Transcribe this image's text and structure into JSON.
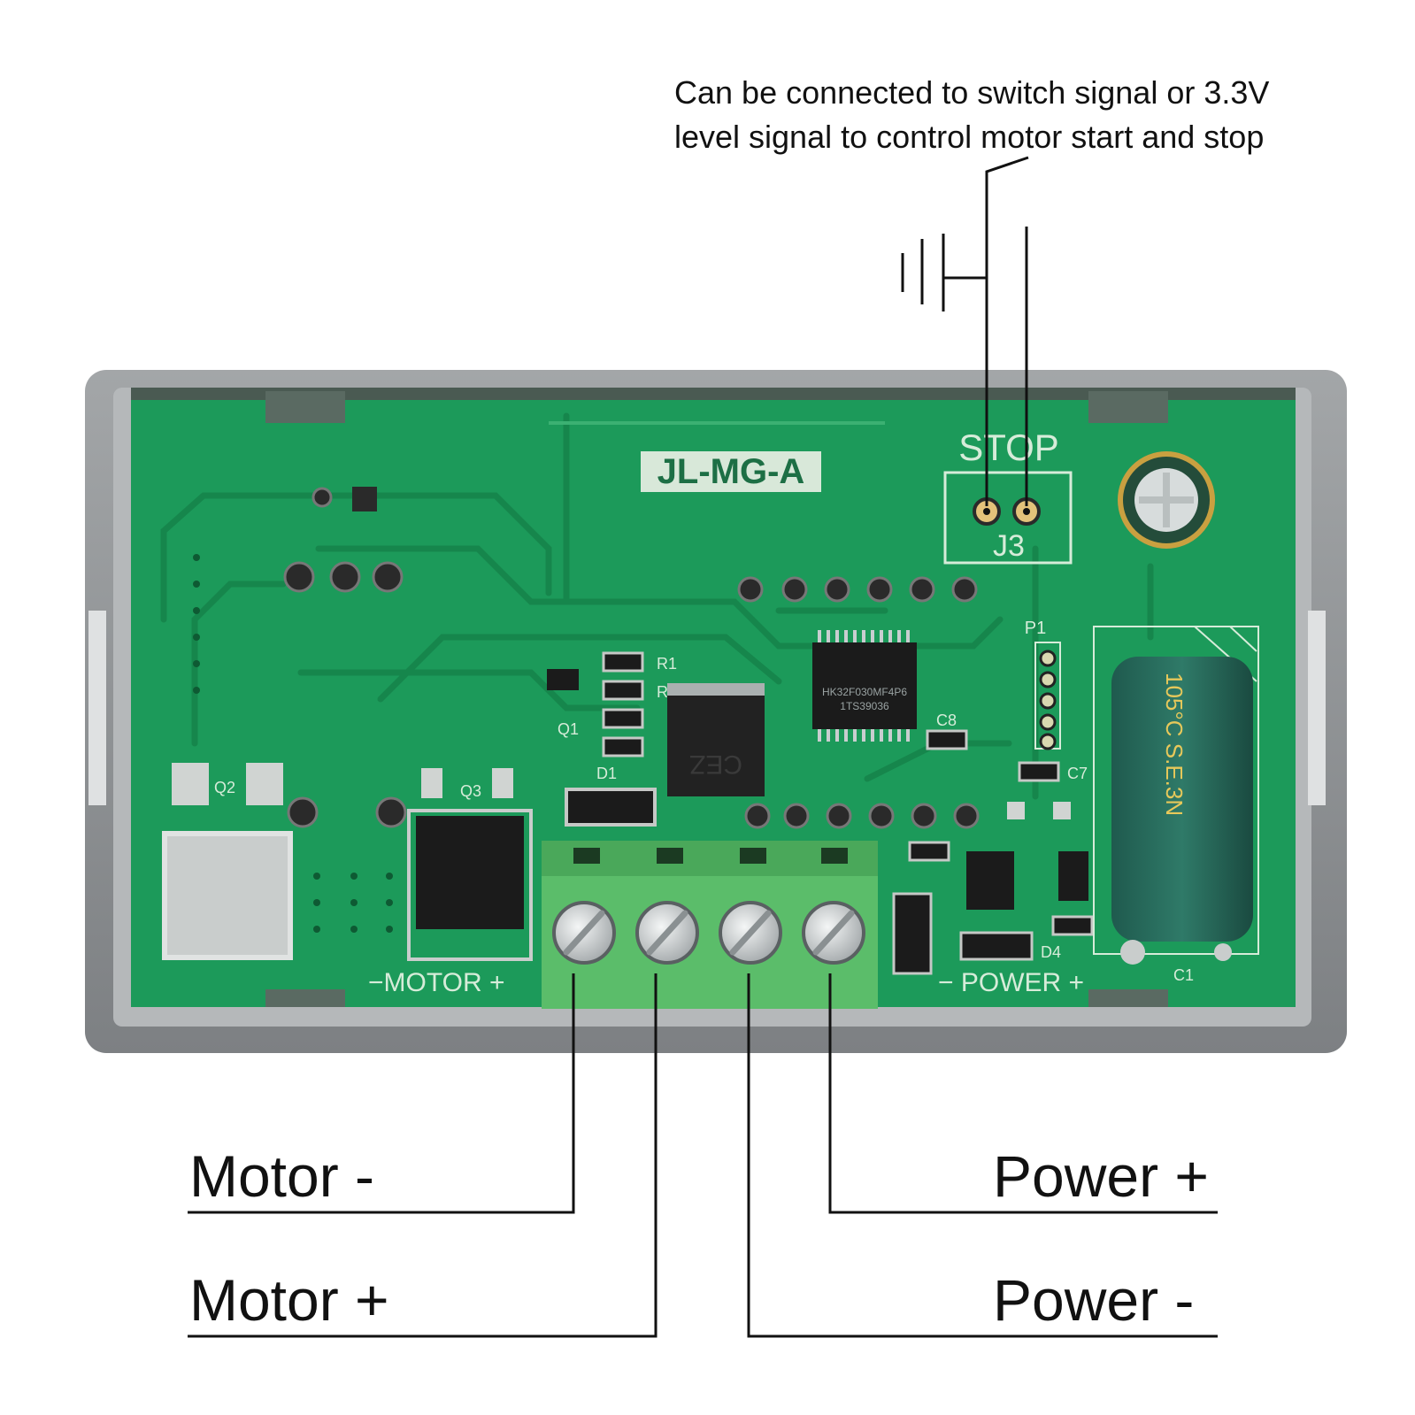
{
  "callout": {
    "line1": "Can be connected to switch signal or 3.3V",
    "line2": "level signal to control motor start and stop"
  },
  "board": {
    "model": "JL-MG-A",
    "stop_label": "STOP",
    "connector_j3": "J3",
    "header_p1": "P1",
    "motor_silk": "−MOTOR +",
    "power_silk": "− POWER +",
    "ic_marking_1": "HK32F030MF4P6",
    "ic_marking_2": "1TS39036",
    "inductor_marking": "CEZ",
    "cap_marking": "105°C S.E.3N",
    "refs": {
      "q1": "Q1",
      "q2": "Q2",
      "q3": "Q3",
      "d1": "D1",
      "d4": "D4",
      "r1": "R1",
      "r2": "R2",
      "c8": "C8",
      "c7": "C7",
      "c1": "C1"
    }
  },
  "terminals": {
    "motor_minus": "Motor -",
    "motor_plus": "Motor +",
    "power_plus": "Power +",
    "power_minus": "Power -"
  },
  "colors": {
    "pcb": "#1c9a5a",
    "pcb_dark": "#15804a",
    "housing": "#8a8d8f",
    "terminal_block": "#5bbd6a"
  }
}
